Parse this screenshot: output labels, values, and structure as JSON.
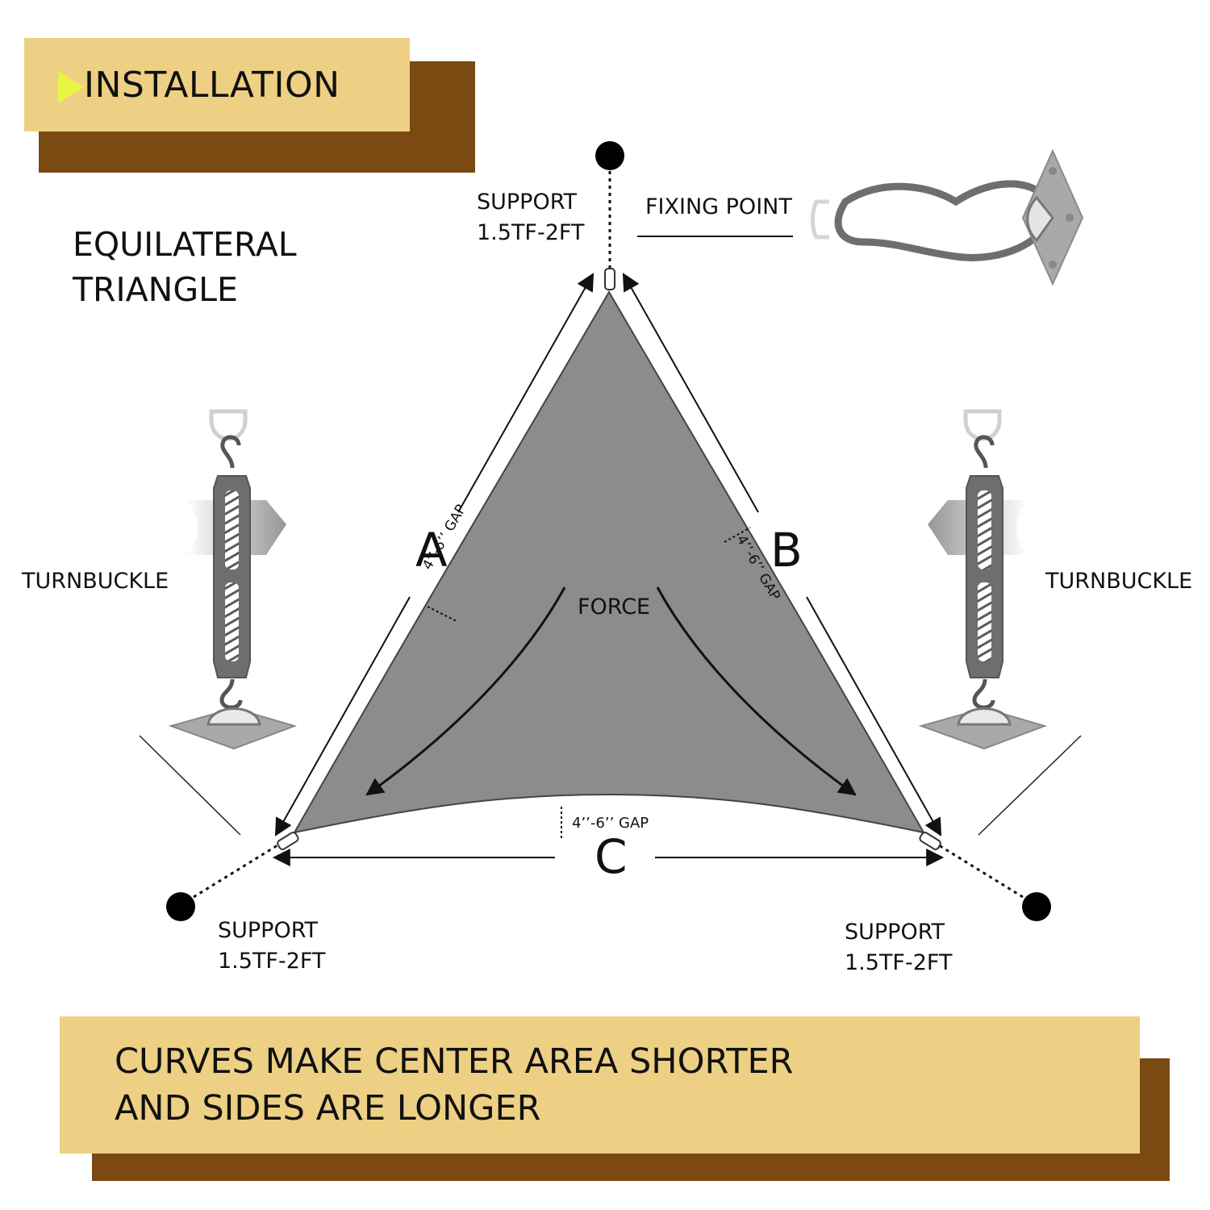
{
  "header": {
    "title": "INSTALLATION",
    "marker_color": "#e8f542"
  },
  "subtitle": {
    "line1": "EQUILATERAL",
    "line2": "TRIANGLE"
  },
  "supports": {
    "top": {
      "line1": "SUPPORT",
      "line2": "1.5TF-2FT"
    },
    "left": {
      "line1": "SUPPORT",
      "line2": "1.5TF-2FT"
    },
    "right": {
      "line1": "SUPPORT",
      "line2": "1.5TF-2FT"
    }
  },
  "fixing_point": {
    "label": "FIXING POINT"
  },
  "turnbuckles": {
    "left": "TURNBUCKLE",
    "right": "TURNBUCKLE"
  },
  "sides": {
    "a": "A",
    "b": "B",
    "c": "C"
  },
  "gaps": {
    "a": "4’’-6’’ GAP",
    "b": "4’’-6’’ GAP",
    "c": "4’’-6’’ GAP"
  },
  "force": {
    "label": "FORCE"
  },
  "footer": {
    "line1": "CURVES MAKE CENTER AREA SHORTER",
    "line2": "AND SIDES ARE LONGER"
  },
  "colors": {
    "banner": "#edd083",
    "banner_shadow": "#7a4a12",
    "sail": "#8c8c8c",
    "hardware": "#6e6e6e"
  }
}
